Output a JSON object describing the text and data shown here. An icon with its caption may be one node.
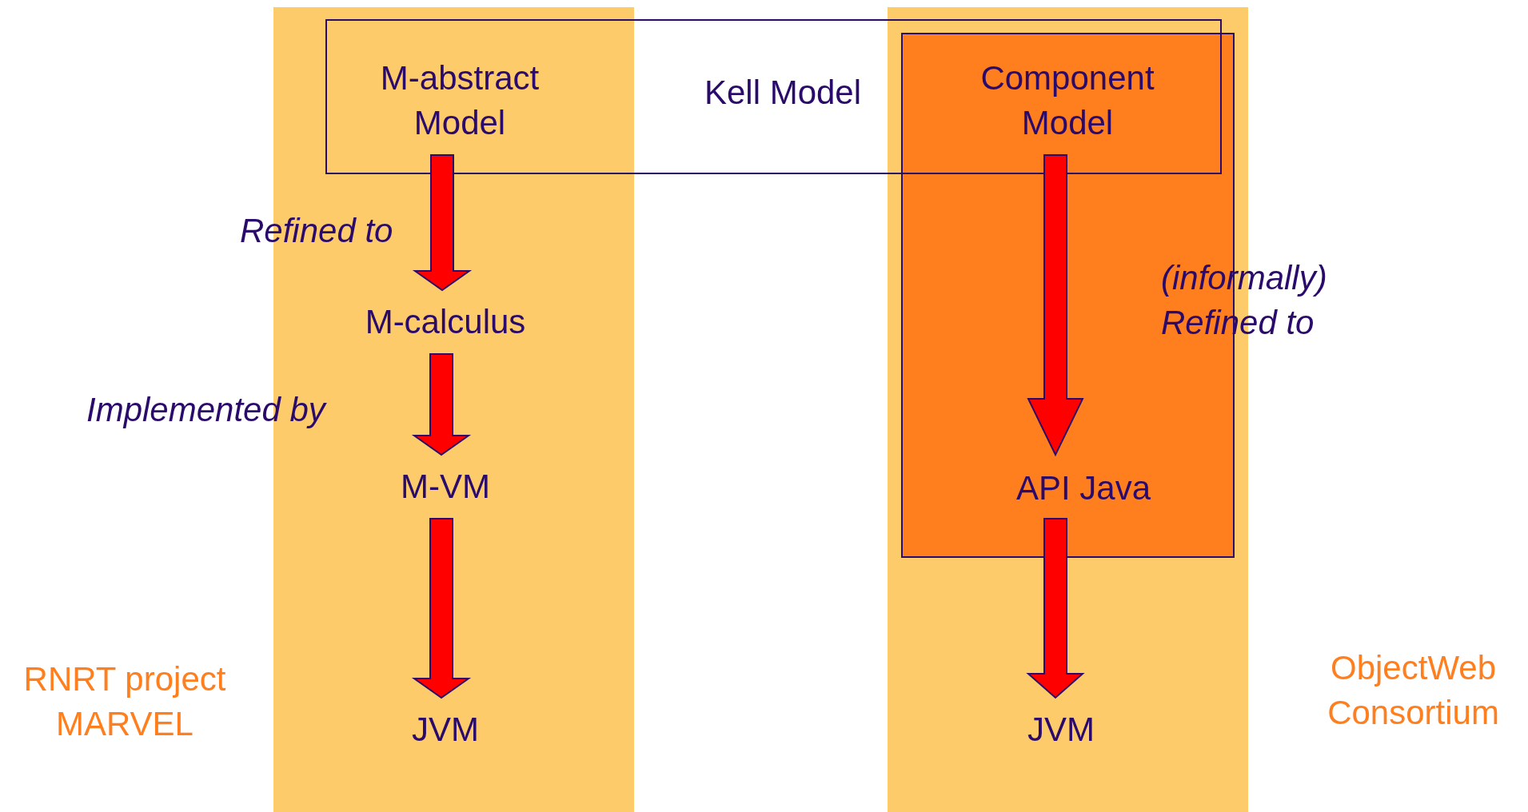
{
  "diagram": {
    "nodes": [
      {
        "text": [],
        "shape": "bar"
      },
      {
        "text": [],
        "shape": "bar"
      },
      {
        "text": [
          "Kell Model"
        ]
      },
      {
        "text": [
          "M-abstract Model"
        ]
      },
      {
        "text": [],
        "shape": "box",
        "in": 1
      },
      {
        "text": [
          "Component Model"
        ]
      },
      {
        "text": [
          "M-calculus"
        ],
        "in": 0
      },
      {
        "text": [
          "M-VM"
        ],
        "in": 0
      },
      {
        "text": [
          "JVM"
        ],
        "in": 0
      },
      {
        "text": [
          "API Java"
        ],
        "in": 4
      },
      {
        "text": [
          "JVM"
        ],
        "in": 1
      }
    ],
    "edges": [
      {
        "from": 3,
        "to": 6,
        "arrow": "to",
        "label": "Refined to"
      },
      {
        "from": 6,
        "to": 7,
        "arrow": "to",
        "label": "Implemented by"
      },
      {
        "from": 7,
        "to": 8,
        "arrow": "to"
      },
      {
        "from": 5,
        "to": 9,
        "arrow": "to",
        "label": "(informally) Refined to"
      },
      {
        "from": 9,
        "to": 10,
        "arrow": "to"
      }
    ],
    "labels": [
      "RNRT project MARVEL",
      "ObjectWeb Consortium"
    ]
  }
}
